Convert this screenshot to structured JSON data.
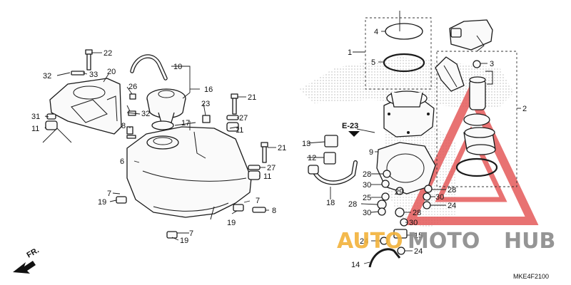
{
  "diagram_code": "MKE4F2100",
  "reference_tag": "E-23",
  "direction_label": "FR.",
  "watermark": {
    "left": "AUTO",
    "middle": "MOTO",
    "right": "HUB",
    "colors": {
      "orange": "#f2b23a",
      "gray": "#8a8a8a",
      "red": "#e45a5a"
    }
  },
  "callouts": {
    "c1": "1",
    "c2": "2",
    "c3": "3",
    "c4": "4",
    "c5": "5",
    "c6": "6",
    "c7a": "7",
    "c7b": "7",
    "c7c": "7",
    "c8a": "8",
    "c8b": "8",
    "c9": "9",
    "c10": "10",
    "c11a": "11",
    "c11b": "11",
    "c11c": "11",
    "c12": "12",
    "c13": "13",
    "c14": "14",
    "c15": "15",
    "c16": "16",
    "c17": "17",
    "c18": "18",
    "c19a": "19",
    "c19b": "19",
    "c19c": "19",
    "c20": "20",
    "c21a": "21",
    "c21b": "21",
    "c22": "22",
    "c23": "23",
    "c24a": "24",
    "c24b": "24",
    "c24c": "24",
    "c25": "25",
    "c26": "26",
    "c27a": "27",
    "c27b": "27",
    "c28a": "28",
    "c28b": "28",
    "c28c": "28",
    "c28d": "28",
    "c29": "29",
    "c30a": "30",
    "c30b": "30",
    "c30c": "30",
    "c30d": "30",
    "c31": "31",
    "c32a": "32",
    "c32b": "32",
    "c33": "33"
  }
}
